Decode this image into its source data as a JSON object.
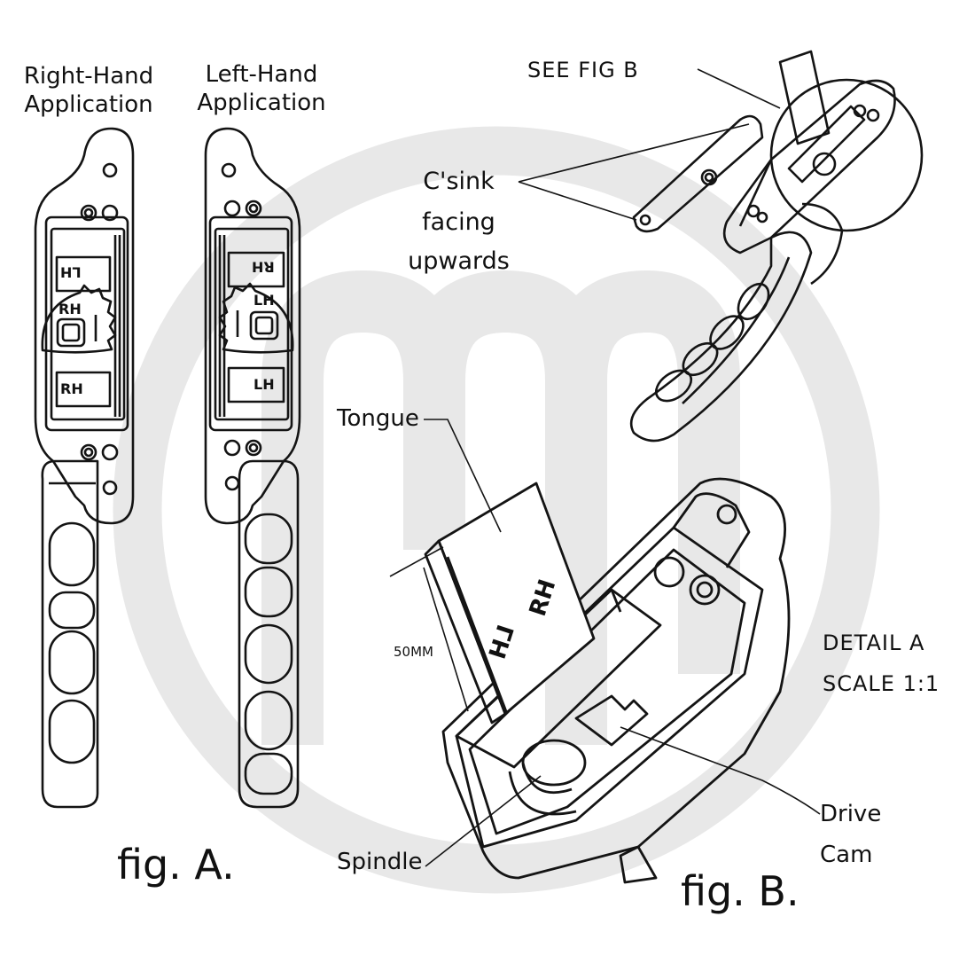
{
  "colors": {
    "line": "#141414",
    "watermark": "#e8e8e8",
    "background": "#ffffff"
  },
  "fig_a": {
    "right_hand_title": "Right-Hand",
    "right_hand_subtitle": "Application",
    "left_hand_title": "Left-Hand",
    "left_hand_subtitle": "Application",
    "rh_handle": {
      "top_mark": "LH",
      "cam_mark": "RH",
      "bottom_mark": "RH"
    },
    "lh_handle": {
      "top_mark": "RH",
      "cam_mark": "LH",
      "bottom_mark": "LH"
    },
    "caption": "fig. A."
  },
  "fig_b": {
    "see_fig": "SEE  FIG B",
    "csink_1": "C'sink",
    "csink_2": "facing",
    "csink_3": "upwards",
    "tongue": "Tongue",
    "dimension": "50MM",
    "tongue_mark_1": "LH",
    "tongue_mark_2": "RH",
    "detail_1": "DETAIL  A",
    "detail_2": "SCALE  1:1",
    "drive_1": "Drive",
    "drive_2": "Cam",
    "spindle": "Spindle",
    "caption": "fig. B."
  }
}
